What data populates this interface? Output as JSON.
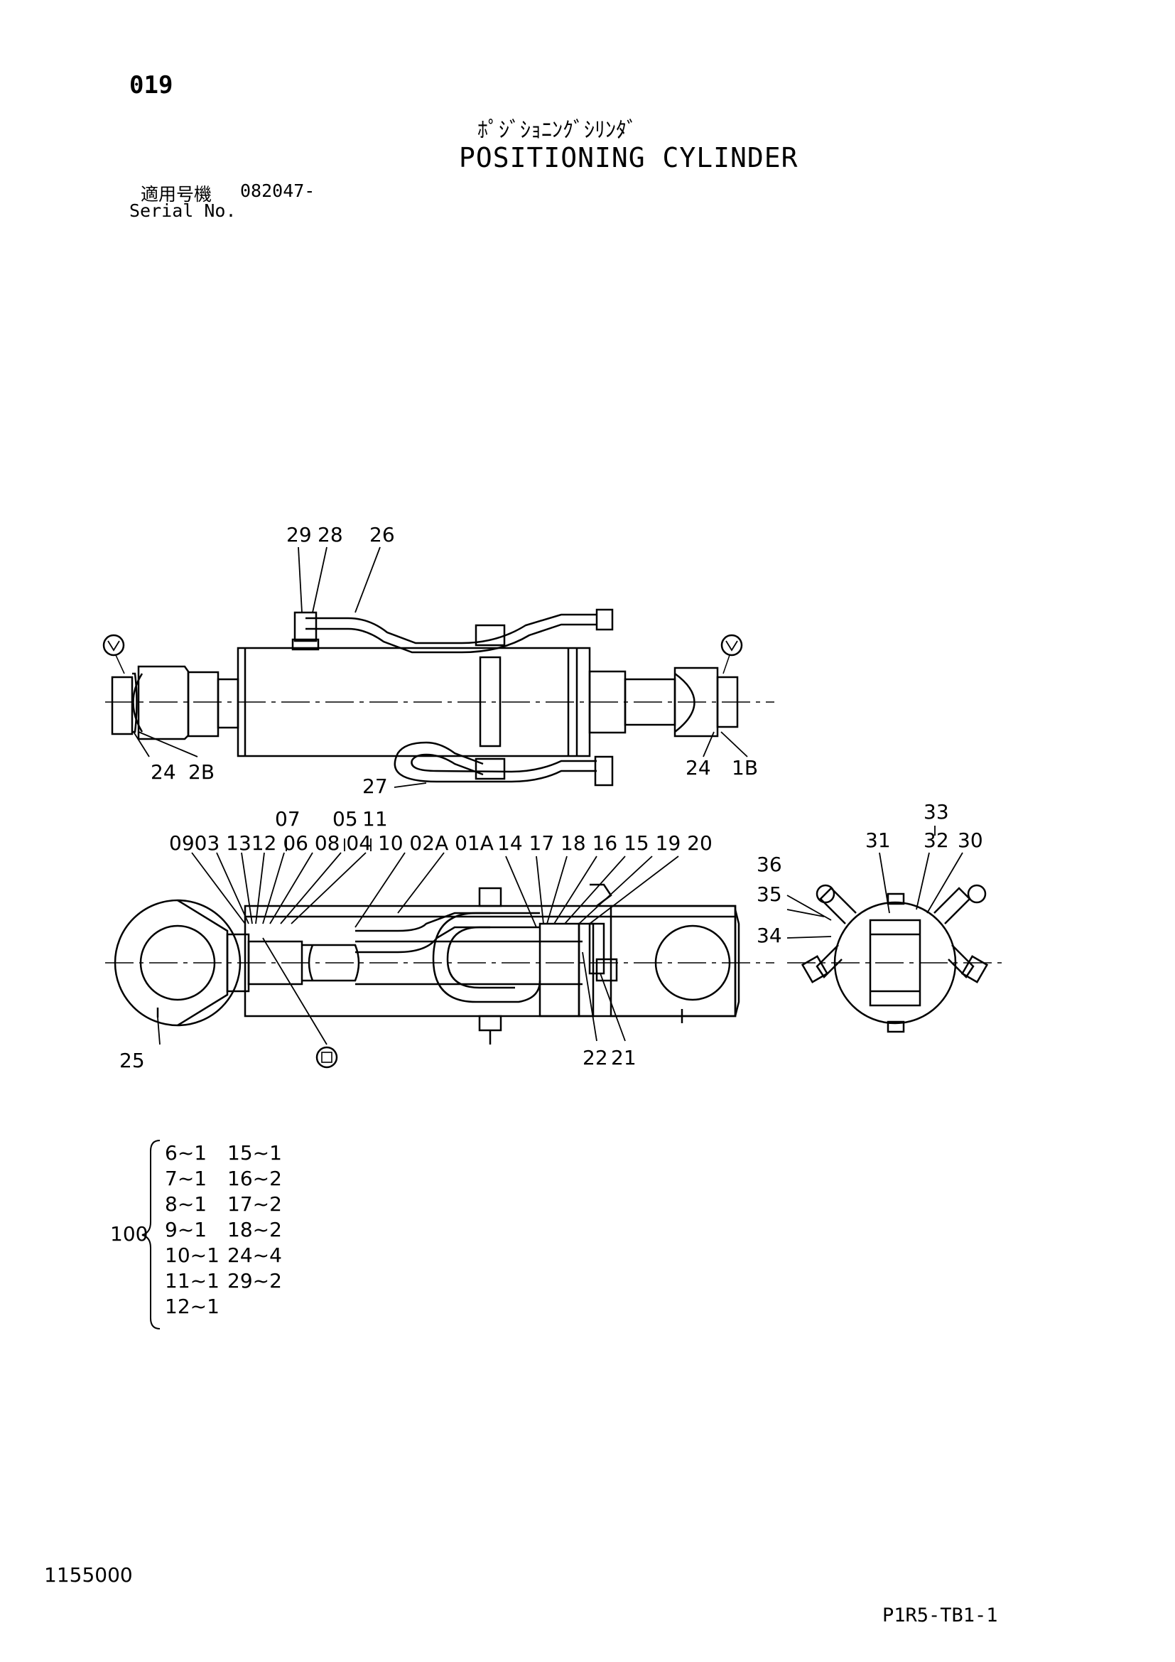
{
  "header": {
    "page_number": "019",
    "title_jp": "ﾎﾟｼﾞｼｮﾆﾝｸﾞｼﾘﾝﾀﾞ",
    "title_en": "POSITIONING CYLINDER",
    "serial_label_jp": "適用号機",
    "serial_label_en": "Serial No.",
    "serial_value": "082047-"
  },
  "top_view_callouts": {
    "c29": "29",
    "c28": "28",
    "c26": "26",
    "c27": "27",
    "c24_left": "24",
    "c2B": "2B",
    "c24_right": "24",
    "c1B": "1B"
  },
  "section_view_callouts": {
    "c07": "07",
    "c05": "05",
    "c11": "11",
    "row_left": "0903 1312 06 08 04 10 02A 01A",
    "row_right": "14 17 18 16 15 19 20",
    "c25": "25",
    "c22": "22",
    "c21": "21"
  },
  "end_view_callouts": {
    "c33": "33",
    "c31": "31",
    "c32": "32",
    "c30": "30",
    "c36": "36",
    "c35": "35",
    "c34": "34"
  },
  "seal_kit": {
    "number": "100",
    "items": [
      [
        "6~1",
        "15~1"
      ],
      [
        "7~1",
        "16~2"
      ],
      [
        "8~1",
        "17~2"
      ],
      [
        "9~1",
        "18~2"
      ],
      [
        "10~1",
        "24~4"
      ],
      [
        "11~1",
        "29~2"
      ],
      [
        "12~1",
        ""
      ]
    ]
  },
  "footer": {
    "doc_number": "1155000",
    "ref_code": "P1R5-TB1-1"
  },
  "icons": [
    "torque-mark-icon",
    "grease-fitting-icon"
  ]
}
